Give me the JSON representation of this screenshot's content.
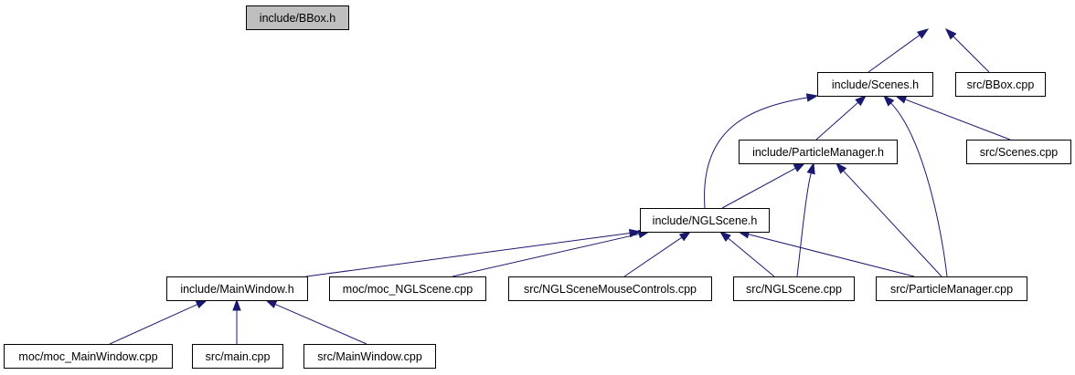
{
  "colors": {
    "edge": "#191970",
    "node_border": "#000000",
    "node_fill": "#ffffff",
    "highlight_fill": "#bfbfbf"
  },
  "graph": {
    "nodes": [
      {
        "id": "n_bbox_h",
        "label": "include/BBox.h",
        "highlighted": true
      },
      {
        "id": "n_scenes_h",
        "label": "include/Scenes.h",
        "highlighted": false
      },
      {
        "id": "n_bbox_cpp",
        "label": "src/BBox.cpp",
        "highlighted": false
      },
      {
        "id": "n_particlemanager_h",
        "label": "include/ParticleManager.h",
        "highlighted": false
      },
      {
        "id": "n_scenes_cpp",
        "label": "src/Scenes.cpp",
        "highlighted": false
      },
      {
        "id": "n_nglscene_h",
        "label": "include/NGLScene.h",
        "highlighted": false
      },
      {
        "id": "n_mainwindow_h",
        "label": "include/MainWindow.h",
        "highlighted": false
      },
      {
        "id": "n_moc_nglscene_cpp",
        "label": "moc/moc_NGLScene.cpp",
        "highlighted": false
      },
      {
        "id": "n_mousecontrols_cpp",
        "label": "src/NGLSceneMouseControls.cpp",
        "highlighted": false
      },
      {
        "id": "n_nglscene_cpp",
        "label": "src/NGLScene.cpp",
        "highlighted": false
      },
      {
        "id": "n_particlemanager_cpp",
        "label": "src/ParticleManager.cpp",
        "highlighted": false
      },
      {
        "id": "n_moc_mainwindow_cpp",
        "label": "moc/moc_MainWindow.cpp",
        "highlighted": false
      },
      {
        "id": "n_main_cpp",
        "label": "src/main.cpp",
        "highlighted": false
      },
      {
        "id": "n_mainwindow_cpp",
        "label": "src/MainWindow.cpp",
        "highlighted": false
      }
    ],
    "edges": [
      {
        "from": "n_scenes_h",
        "to": "n_bbox_h"
      },
      {
        "from": "n_bbox_cpp",
        "to": "n_bbox_h"
      },
      {
        "from": "n_particlemanager_h",
        "to": "n_scenes_h"
      },
      {
        "from": "n_scenes_cpp",
        "to": "n_scenes_h"
      },
      {
        "from": "n_nglscene_h",
        "to": "n_scenes_h"
      },
      {
        "from": "n_particlemanager_cpp",
        "to": "n_scenes_h"
      },
      {
        "from": "n_nglscene_h",
        "to": "n_particlemanager_h"
      },
      {
        "from": "n_nglscene_cpp",
        "to": "n_particlemanager_h"
      },
      {
        "from": "n_particlemanager_cpp",
        "to": "n_particlemanager_h"
      },
      {
        "from": "n_mainwindow_h",
        "to": "n_nglscene_h"
      },
      {
        "from": "n_moc_nglscene_cpp",
        "to": "n_nglscene_h"
      },
      {
        "from": "n_mousecontrols_cpp",
        "to": "n_nglscene_h"
      },
      {
        "from": "n_nglscene_cpp",
        "to": "n_nglscene_h"
      },
      {
        "from": "n_particlemanager_cpp",
        "to": "n_nglscene_h"
      },
      {
        "from": "n_moc_mainwindow_cpp",
        "to": "n_mainwindow_h"
      },
      {
        "from": "n_main_cpp",
        "to": "n_mainwindow_h"
      },
      {
        "from": "n_mainwindow_cpp",
        "to": "n_mainwindow_h"
      }
    ]
  }
}
